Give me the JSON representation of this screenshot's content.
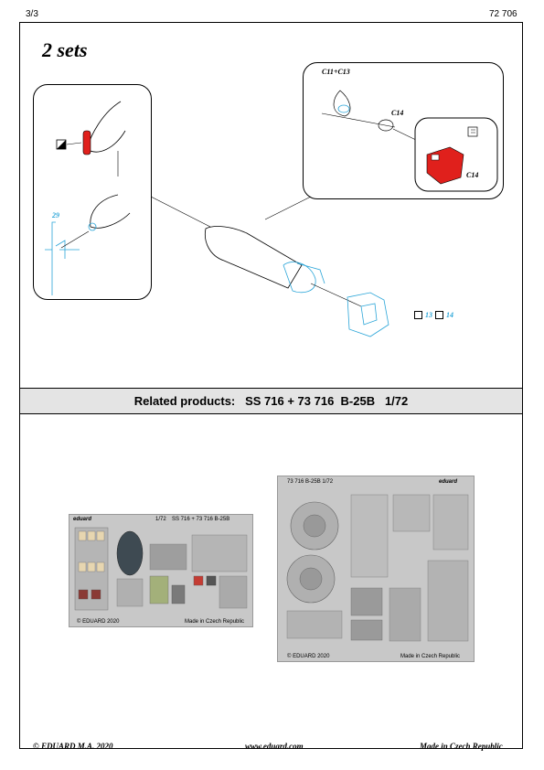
{
  "header": {
    "page_number": "3/3",
    "document_number": "72 706"
  },
  "title": "2 sets",
  "left_panel": {
    "step_label": "29"
  },
  "right_panel": {
    "part_label_top": "C11+C13",
    "part_label_mid": "C14",
    "part_label_red": "C14"
  },
  "step_refs": {
    "first": "13",
    "second": "14"
  },
  "related": {
    "label": "Related products:",
    "products": "SS 716 + 73 716  B-25B   1/72"
  },
  "sheet_left": {
    "brand": "eduard",
    "scale": "1/72",
    "code": "SS 716 + 73 716 B-25B",
    "copyright": "© EDUARD 2020",
    "made_in": "Made in Czech Republic"
  },
  "sheet_right": {
    "code": "73 716 B-25B  1/72",
    "brand": "eduard",
    "copyright": "© EDUARD 2020",
    "made_in": "Made in Czech Republic"
  },
  "footer": {
    "copyright": "© EDUARD  M.A. 2020",
    "website": "www.eduard.com",
    "made_in": "Made in Czech Republic"
  },
  "colors": {
    "accent_blue": "#2aa5d8",
    "part_red": "#e0201c",
    "band_gray": "#e4e4e4",
    "sheet_gray": "#c8c8c8"
  }
}
